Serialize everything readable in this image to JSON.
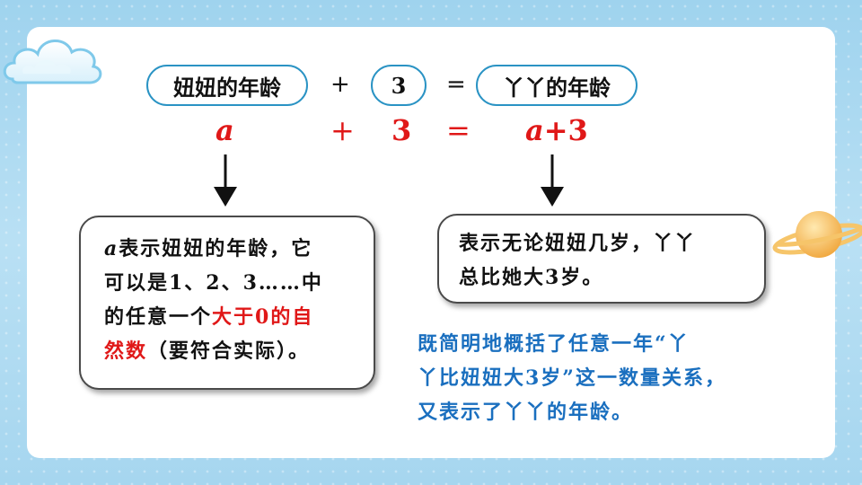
{
  "equation": {
    "term1": "妞妞的年龄",
    "plus": "+",
    "term2": "3",
    "equals": "=",
    "term3": "丫丫的年龄"
  },
  "expression": {
    "var": "a",
    "plus": "+",
    "num": "3",
    "equals": "=",
    "result_var": "a",
    "result_rest": "+3"
  },
  "left_box": {
    "line1_var": "a",
    "line1_text": "表示妞妞的年龄，它",
    "line2": "可以是1、2、3……中",
    "line3_pre": "的任意一个",
    "line3_hl": "大于0的自",
    "line4_hl": "然数",
    "line4_post": "（要符合实际）。"
  },
  "right_box": {
    "line1": "表示无论妞妞几岁，丫丫",
    "line2": "总比她大3岁。"
  },
  "note": {
    "line1": "既简明地概括了任意一年“丫",
    "line2": "丫比妞妞大3岁”这一数量关系，",
    "line3": "又表示了丫丫的年龄。"
  },
  "colors": {
    "accent_red": "#e01818",
    "note_blue": "#1a6fbf",
    "pill_border": "#2a93c4"
  }
}
